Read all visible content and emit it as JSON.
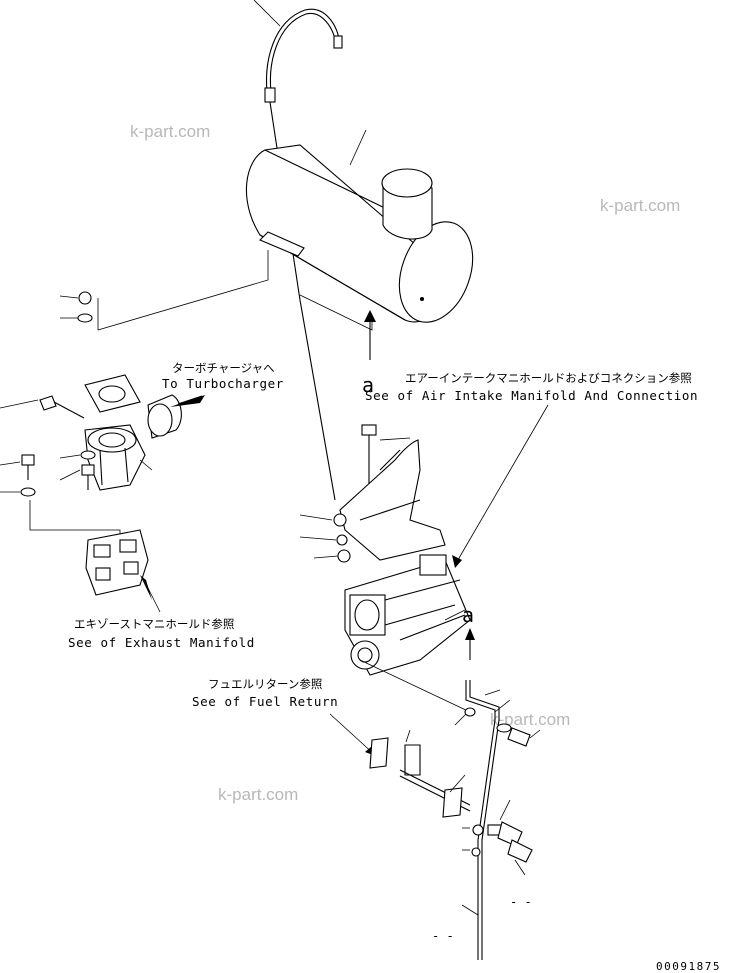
{
  "watermarks": [
    "k-part.com",
    "k-part.com",
    "k-part.com",
    "k-part.com"
  ],
  "callouts": {
    "turbo_jp": "ターボチャージャへ",
    "turbo_en": "To Turbocharger",
    "air_jp": "エアーインテークマニホールドおよびコネクション参照",
    "air_en": "See of Air Intake Manifold And Connection",
    "exhaust_jp": "エキゾーストマニホールド参照",
    "exhaust_en": "See of Exhaust Manifold",
    "fuel_jp": "フュエルリターン参照",
    "fuel_en": "See of Fuel Return"
  },
  "ref_marks": {
    "a_left": "a",
    "a_right": "a"
  },
  "part_marks": [
    "- -",
    "- -"
  ],
  "drawing_number": "00091875"
}
